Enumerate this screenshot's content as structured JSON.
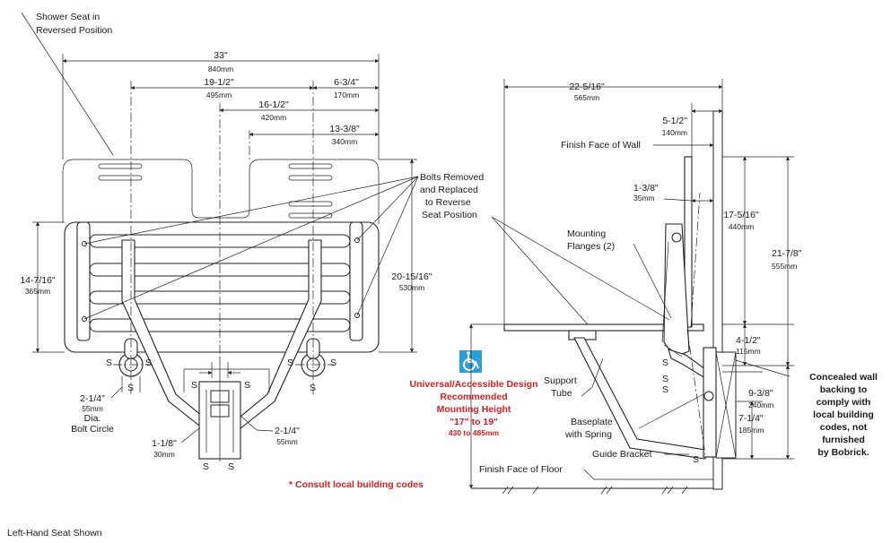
{
  "labels": {
    "reversed_title_1": "Shower Seat in",
    "reversed_title_2": "Reversed Position",
    "bolts_1": "Bolts Removed",
    "bolts_2": "and Replaced",
    "bolts_3": "to Reverse",
    "bolts_4": "Seat Position",
    "bolt_circle_1": "Dia.",
    "bolt_circle_2": "Bolt Circle",
    "finish_wall": "Finish Face of Wall",
    "mounting_flanges_1": "Mounting",
    "mounting_flanges_2": "Flanges (2)",
    "support_tube_1": "Support",
    "support_tube_2": "Tube",
    "baseplate_1": "Baseplate",
    "baseplate_2": "with Spring",
    "guide_bracket": "Guide Bracket",
    "finish_floor": "Finish Face of Floor",
    "concealed_1": "Concealed wall",
    "concealed_2": "backing to",
    "concealed_3": "comply with",
    "concealed_4": "local building",
    "concealed_5": "codes, not",
    "concealed_6": "furnished",
    "concealed_7": "by Bobrick.",
    "ada_1": "Universal/Accessible Design",
    "ada_2": "Recommended",
    "ada_3": "Mounting Height",
    "ada_4": "\"17\" to 19\"",
    "ada_5": "430 to 485mm",
    "consult": "Consult local building codes",
    "footer": "Left-Hand Seat Shown",
    "s": "S"
  },
  "dims": {
    "w33": "33\"",
    "w33mm": "840mm",
    "w19": "19-1/2\"",
    "w19mm": "495mm",
    "w634": "6-3/4\"",
    "w634mm": "170mm",
    "w16": "16-1/2\"",
    "w16mm": "420mm",
    "w13": "13-3/8\"",
    "w13mm": "340mm",
    "h147": "14-7/16\"",
    "h147mm": "365mm",
    "h2015": "20-15/16\"",
    "h2015mm": "530mm",
    "d214a": "2-1/4\"",
    "d214amm": "55mm",
    "d118": "1-1/8\"",
    "d118mm": "30mm",
    "d214b": "2-1/4\"",
    "d214bmm": "55mm",
    "w22": "22-5/16\"",
    "w22mm": "565mm",
    "w512": "5-1/2\"",
    "w512mm": "140mm",
    "w138": "1-3/8\"",
    "w138mm": "35mm",
    "h175": "17-5/16\"",
    "h175mm": "440mm",
    "h217": "21-7/8\"",
    "h217mm": "555mm",
    "h412": "4-1/2\"",
    "h412mm": "115mm",
    "h938": "9-3/8\"",
    "h938mm": "240mm",
    "h714": "7-1/4\"",
    "h714mm": "185mm"
  },
  "colors": {
    "line": "#222222",
    "accent_red": "#d4201f",
    "ada_blue": "#2a9fd8"
  },
  "icon": "wheelchair-accessibility-icon"
}
